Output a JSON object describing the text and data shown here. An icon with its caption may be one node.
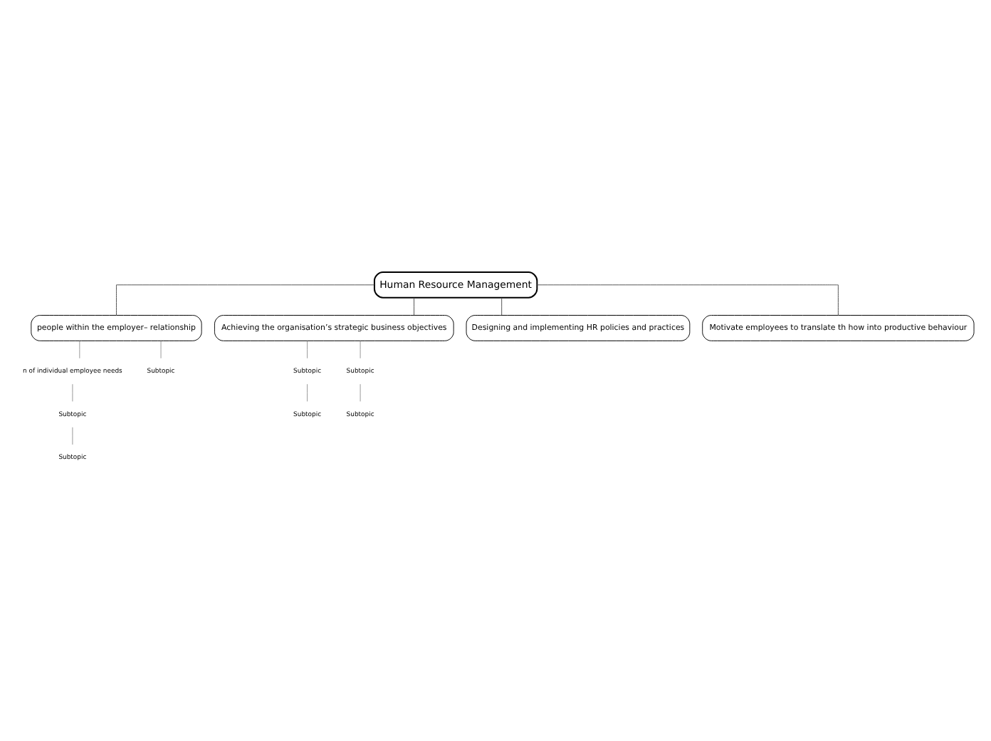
{
  "diagram": {
    "nodes": [
      {
        "text": [
          "Human Resource Management"
        ]
      },
      {
        "text": [
          "people within the employer– relationship"
        ]
      },
      {
        "text": [
          "Achieving the organisation’s strategic business objectives"
        ]
      },
      {
        "text": [
          "Designing and implementing HR policies and practices"
        ]
      },
      {
        "text": [
          "Motivate employees to translate th how into productive behaviour"
        ]
      },
      {
        "text": [
          "n of individual employee needs"
        ]
      },
      {
        "text": [
          "Subtopic"
        ]
      },
      {
        "text": [
          "Subtopic"
        ]
      },
      {
        "text": [
          "Subtopic"
        ]
      },
      {
        "text": [
          "Subtopic"
        ]
      },
      {
        "text": [
          "Subtopic"
        ]
      },
      {
        "text": [
          "Subtopic"
        ]
      },
      {
        "text": [
          "Subtopic"
        ]
      }
    ],
    "edges": [
      {
        "from": 0,
        "to": 1,
        "arrow": "none"
      },
      {
        "from": 0,
        "to": 2,
        "arrow": "none"
      },
      {
        "from": 0,
        "to": 3,
        "arrow": "none"
      },
      {
        "from": 0,
        "to": 4,
        "arrow": "none"
      },
      {
        "from": 1,
        "to": 5,
        "arrow": "none",
        "color": "#999999"
      },
      {
        "from": 1,
        "to": 6,
        "arrow": "none",
        "color": "#999999"
      },
      {
        "from": 5,
        "to": 7,
        "arrow": "none",
        "color": "#999999"
      },
      {
        "from": 7,
        "to": 8,
        "arrow": "none",
        "color": "#999999"
      },
      {
        "from": 2,
        "to": 9,
        "arrow": "none",
        "color": "#999999"
      },
      {
        "from": 2,
        "to": 10,
        "arrow": "none",
        "color": "#999999"
      },
      {
        "from": 9,
        "to": 11,
        "arrow": "none",
        "color": "#999999"
      },
      {
        "from": 10,
        "to": 12,
        "arrow": "none",
        "color": "#999999"
      }
    ]
  }
}
